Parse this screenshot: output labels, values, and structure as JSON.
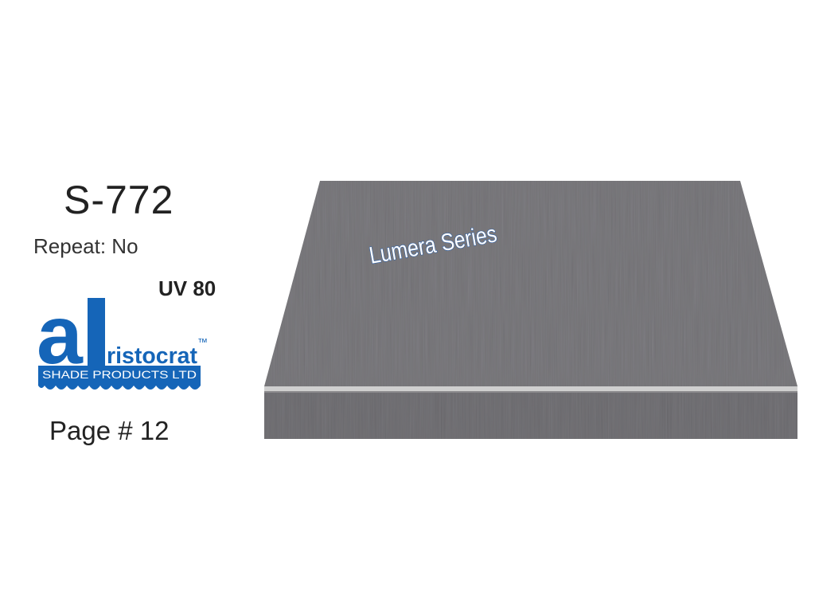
{
  "product": {
    "code": "S-772",
    "repeat": "Repeat: No",
    "uv_rating": "UV 80",
    "page_number": "Page # 12"
  },
  "logo": {
    "letter": "a",
    "name": "ristocrat",
    "trademark": "™",
    "subtitle": "SHADE PRODUCTS LTD",
    "color": "#1565b8",
    "icon": "aristocrat-logo"
  },
  "swatch": {
    "series_label": "Lumera Series",
    "fabric_color": "#77767a",
    "icon": "awning-swatch"
  }
}
